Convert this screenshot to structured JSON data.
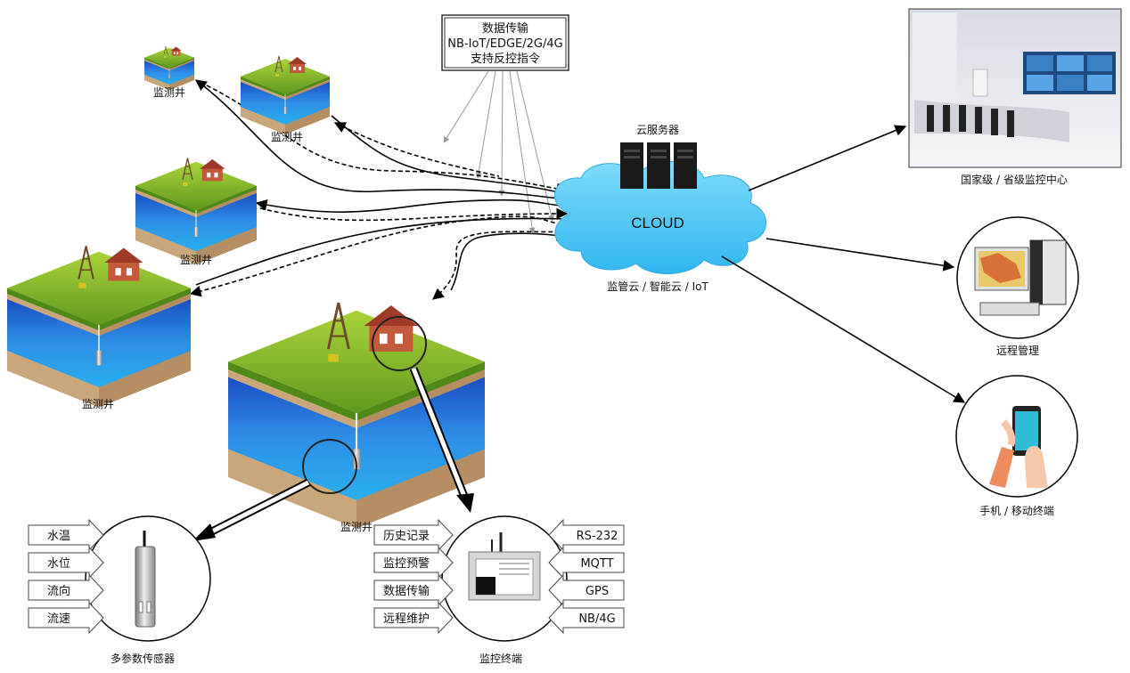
{
  "transmission_box": {
    "line1": "数据传输",
    "line2": "NB-IoT/EDGE/2G/4G",
    "line3": "支持反控指令"
  },
  "cloud": {
    "server_label": "云服务器",
    "center_text": "CLOUD",
    "caption": "监管云 / 智能云 / IoT"
  },
  "wells": [
    {
      "label": "监测井"
    },
    {
      "label": "监测井"
    },
    {
      "label": "监测井"
    },
    {
      "label": "监测井"
    },
    {
      "label": "监测井"
    }
  ],
  "monitor_center": {
    "label": "国家级 / 省级监控中心"
  },
  "remote": {
    "label": "远程管理"
  },
  "mobile": {
    "label": "手机 / 移动终端"
  },
  "sensor": {
    "label": "多参数传感器",
    "params": [
      "水温",
      "水位",
      "流向",
      "流速"
    ]
  },
  "terminal": {
    "label": "监控终端",
    "features": [
      "历史记录",
      "监控预警",
      "数据传输",
      "远程维护"
    ],
    "interfaces": [
      "RS-232",
      "MQTT",
      "GPS",
      "NB/4G"
    ]
  }
}
